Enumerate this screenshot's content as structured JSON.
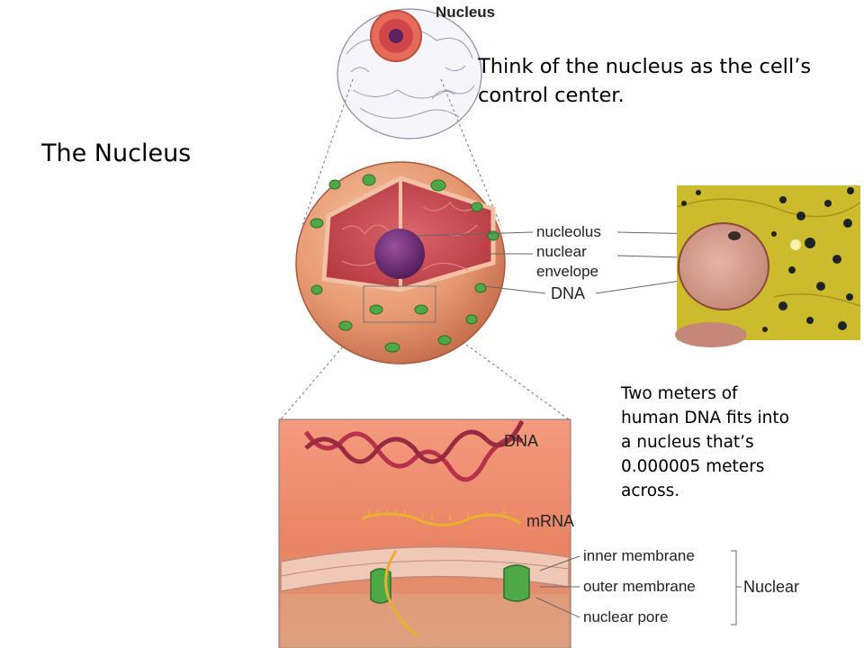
{
  "slide": {
    "title": "The Nucleus",
    "callout_top": "Think of the nucleus as the cell’s control center.",
    "callout_dna": "Two meters of human DNA fits into a nucleus that’s 0.000005 meters across."
  },
  "diagram": {
    "cell_label": "Nucleus",
    "labels": {
      "nucleolus": "nucleolus",
      "nuclear_envelope_line1": "nuclear",
      "nuclear_envelope_line2": "envelope",
      "dna": "DNA",
      "dna_detail": "DNA",
      "mrna": "mRNA",
      "inner_membrane": "inner membrane",
      "outer_membrane": "outer membrane",
      "nuclear_pore": "nuclear pore",
      "nuclear_group": "Nuclear"
    }
  },
  "colors": {
    "nucleus_body": "#e8a07a",
    "nucleoplasm": "#c8454a",
    "nucleolus": "#6a2a6e",
    "pore": "#3f9a3a",
    "dna_helix": "#b8314a",
    "mrna": "#e8b030",
    "micrograph_bg": "#cdbb2e"
  }
}
